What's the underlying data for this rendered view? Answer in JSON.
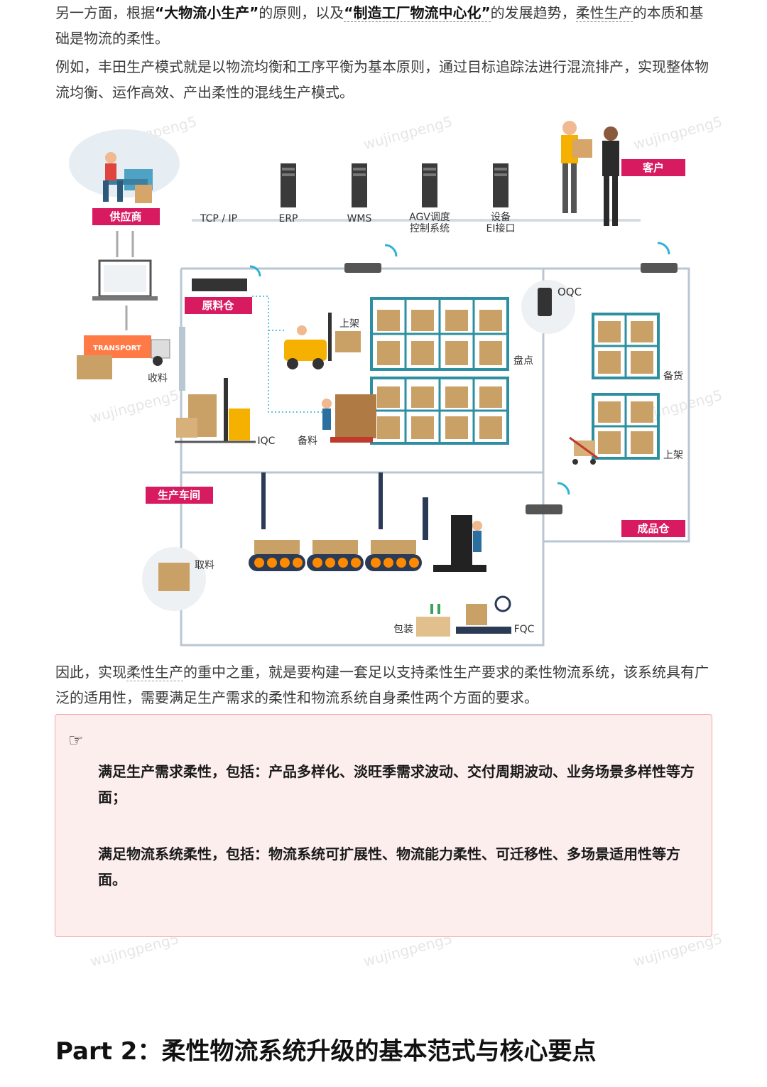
{
  "intro": {
    "p1_a": "另一方面，根据",
    "p1_b": "“大物流小生产”",
    "p1_c": "的原则，以及",
    "p1_d": "“制造工厂物流中心化”",
    "p1_e": "的发展趋势，",
    "p1_f": "柔性生产",
    "p1_g": "的本质和基础是物流的柔性。",
    "p2": "例如，丰田生产模式就是以物流均衡和工序平衡为基本原则，通过目标追踪法进行混流排产，实现整体物流均衡、运作高效、产出柔性的混线生产模式。"
  },
  "diagram": {
    "supplier": "供应商",
    "customer": "客户",
    "network": [
      "TCP / IP",
      "ERP",
      "WMS",
      "AGV调度",
      "控制系统",
      "设备",
      "EI接口"
    ],
    "raw_warehouse": "原料仓",
    "transport": "TRANSPORT",
    "receive": "收料",
    "shelve1": "上架",
    "inventory": "盘点",
    "iqc": "IQC",
    "prepare": "备料",
    "oqc": "OQC",
    "stock": "备货",
    "shelve2": "上架",
    "workshop": "生产车间",
    "pick": "取料",
    "finished_warehouse": "成品仓",
    "pack": "包装",
    "fqc": "FQC"
  },
  "conclusion": {
    "a": "因此，实现",
    "b": "柔性生产",
    "c": "的重中之重，就是要构建一套足以支持柔性生产要求的柔性物流系统，该系统具有广泛的适用性，需要满足生产需求的柔性和物流系统自身柔性两个方面的要求。"
  },
  "callout": {
    "icon": "☞",
    "item1": "满足生产需求柔性，包括：产品多样化、淡旺季需求波动、交付周期波动、业务场景多样性等方面；",
    "item2": "满足物流系统柔性，包括：物流系统可扩展性、物流能力柔性、可迁移性、多场景适用性等方面。"
  },
  "section_heading": "Part 2：柔性物流系统升级的基本范式与核心要点",
  "watermark": "wujingpeng5",
  "colors": {
    "accent": "#d81b60",
    "frame": "#b9c7d3",
    "shelf": "#2e8fa0",
    "box": "#c9a066"
  }
}
